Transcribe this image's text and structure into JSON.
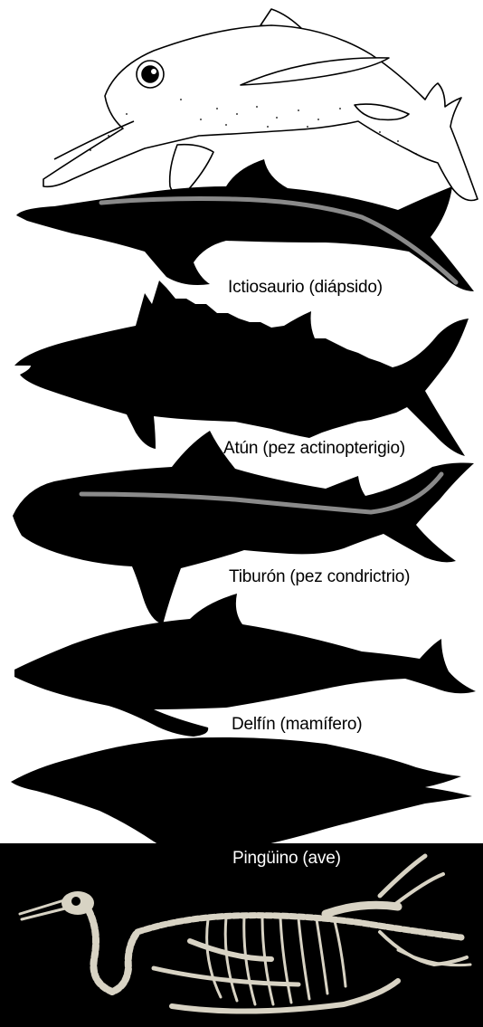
{
  "labels": {
    "ichthyosaur": "Ictiosaurio (diápsido)",
    "tuna": "Atún (pez actinopterigio)",
    "shark": "Tiburón (pez condrictrio)",
    "dolphin": "Delfín (mamífero)",
    "penguin": "Pingüino (ave)"
  },
  "colors": {
    "silhouette": "#000000",
    "spine_line": "#8a8a8a",
    "background": "#ffffff",
    "skeleton_panel": "#000000",
    "bone": "#d8d3c4"
  }
}
